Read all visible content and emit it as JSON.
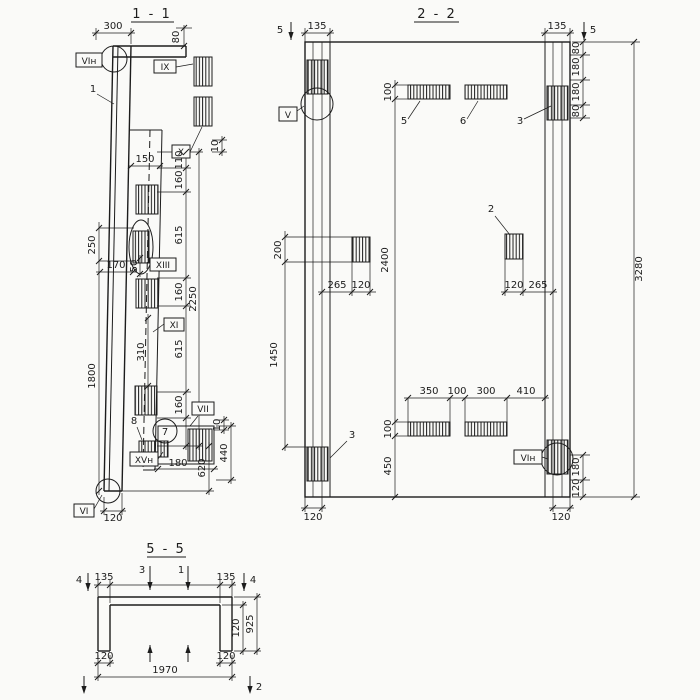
{
  "colors": {
    "paper": "#fafaf8",
    "ink": "#1c1c1c"
  },
  "s11": {
    "title": "1 - 1",
    "marks": {
      "vi_top": "VIн",
      "ix": "IX",
      "x": "X",
      "xiii": "XIII",
      "xi": "XI",
      "vii": "VII",
      "xv": "XVн",
      "vi_bottom": "VI"
    },
    "parts": {
      "p1": "1",
      "p7": "7",
      "p8": "8"
    },
    "dims": {
      "d300": "300",
      "d80": "80",
      "d10a": "10",
      "d150": "150",
      "d110": "110",
      "d160a": "160",
      "d615a": "615",
      "d160b": "160",
      "d615b": "615",
      "d160c": "160",
      "d2250": "2250",
      "d250": "250",
      "d1800": "1800",
      "d170": "170",
      "d50": "50",
      "d310": "310",
      "d10b": "10",
      "d180": "180",
      "d440": "440",
      "d620": "620",
      "d120": "120"
    }
  },
  "s22": {
    "title": "2 - 2",
    "marks": {
      "v": "V",
      "vi": "VIн"
    },
    "cuts": {
      "l5": "5",
      "r5": "5"
    },
    "parts": {
      "p5": "5",
      "p6": "6",
      "p3t": "3",
      "p2": "2",
      "p3b": "3"
    },
    "dims": {
      "d135l": "135",
      "d135r": "135",
      "d80a": "80",
      "d180a": "180",
      "d180b": "180",
      "d80b": "80",
      "d100t": "100",
      "d2400": "2400",
      "d3280": "3280",
      "d200": "200",
      "d1450": "1450",
      "d265l": "265",
      "d120la": "120",
      "d120ra": "120",
      "d265r": "265",
      "d350": "350",
      "d100m": "100",
      "d300": "300",
      "d410": "410",
      "d100b": "100",
      "d450": "450",
      "d180c": "180",
      "d120rb": "120",
      "d120bl": "120",
      "d120br": "120"
    }
  },
  "s55": {
    "title": "5 - 5",
    "cuts": {
      "l4": "4",
      "c3": "3",
      "c1": "1",
      "r4": "4",
      "b2": "2"
    },
    "dims": {
      "d135l": "135",
      "d135r": "135",
      "d120leg": "120",
      "d925": "925",
      "d120bl": "120",
      "d120br": "120",
      "d1970": "1970"
    }
  }
}
